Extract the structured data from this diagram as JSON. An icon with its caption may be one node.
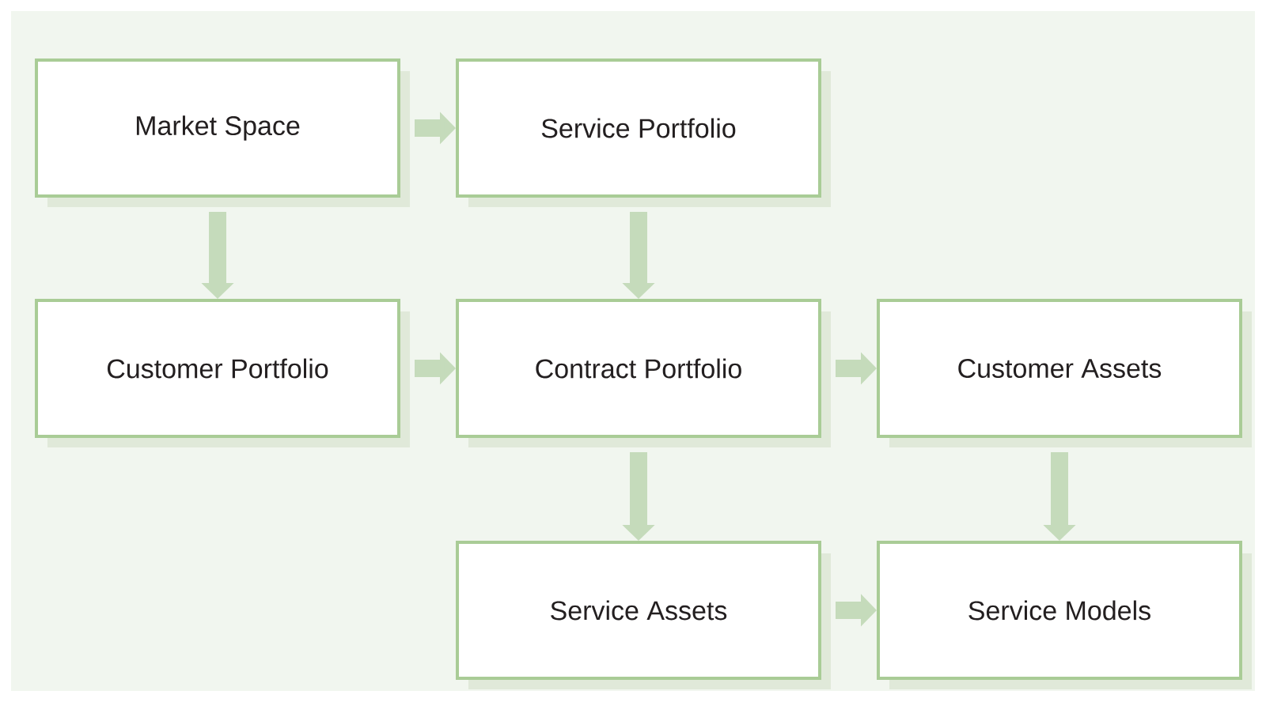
{
  "diagram": {
    "nodes": [
      {
        "text": [
          "Market Space"
        ]
      },
      {
        "text": [
          "Service Portfolio"
        ]
      },
      {
        "text": [
          "Customer Portfolio"
        ]
      },
      {
        "text": [
          "Contract Portfolio"
        ]
      },
      {
        "text": [
          "Customer Assets"
        ]
      },
      {
        "text": [
          "Service Assets"
        ]
      },
      {
        "text": [
          "Service Models"
        ]
      }
    ],
    "edges": [
      {
        "from": 0,
        "to": 1,
        "arrow": "to"
      },
      {
        "from": 0,
        "to": 2,
        "arrow": "to"
      },
      {
        "from": 1,
        "to": 3,
        "arrow": "to"
      },
      {
        "from": 2,
        "to": 3,
        "arrow": "to"
      },
      {
        "from": 3,
        "to": 4,
        "arrow": "to"
      },
      {
        "from": 3,
        "to": 5,
        "arrow": "to"
      },
      {
        "from": 4,
        "to": 6,
        "arrow": "to"
      },
      {
        "from": 5,
        "to": 6,
        "arrow": "to"
      }
    ]
  }
}
